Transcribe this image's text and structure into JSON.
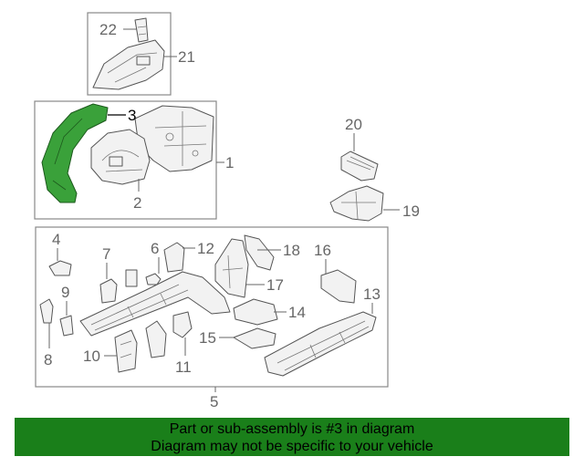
{
  "diagram": {
    "callouts": {
      "c1": "1",
      "c2": "2",
      "c3": "3",
      "c4": "4",
      "c5": "5",
      "c6": "6",
      "c7": "7",
      "c8": "8",
      "c9": "9",
      "c10": "10",
      "c11": "11",
      "c12": "12",
      "c13": "13",
      "c14": "14",
      "c15": "15",
      "c16": "16",
      "c17": "17",
      "c18": "18",
      "c19": "19",
      "c20": "20",
      "c21": "21",
      "c22": "22"
    },
    "highlighted_part": "3",
    "colors": {
      "highlight": "#3aa13a",
      "banner": "#1a7f1a"
    }
  },
  "banner": {
    "line1": "Part or sub-assembly is #3 in diagram",
    "line2": "Diagram may not be specific to your vehicle"
  }
}
